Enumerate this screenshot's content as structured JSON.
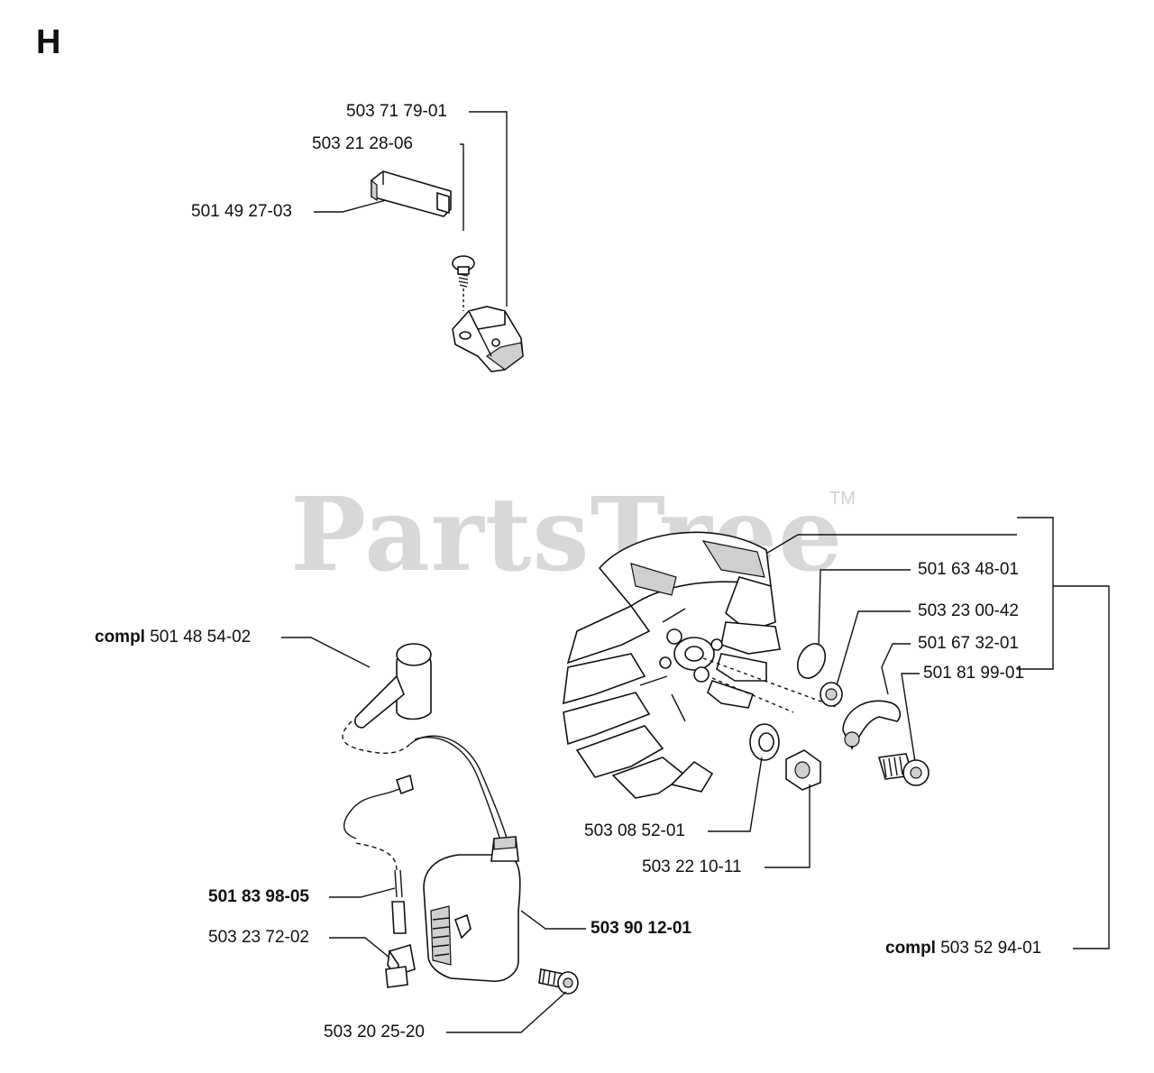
{
  "diagram": {
    "section": "H",
    "watermark": "PartsTree",
    "watermark_tm": "TM",
    "parts": {
      "p1": {
        "number": "503 71 79-01"
      },
      "p2": {
        "number": "503 21 28-06"
      },
      "p3": {
        "number": "501 49 27-03"
      },
      "p4": {
        "number": "501 63 48-01"
      },
      "p5": {
        "number": "503 23 00-42"
      },
      "p6": {
        "number": "501 67 32-01"
      },
      "p7": {
        "number": "501 81 99-01"
      },
      "p8": {
        "prefix": "compl",
        "number": "501 48 54-02"
      },
      "p9": {
        "number": "503 08 52-01"
      },
      "p10": {
        "number": "503 22 10-11"
      },
      "p11": {
        "number": "501 83 98-05"
      },
      "p12": {
        "number": "503 23 72-02"
      },
      "p13": {
        "number": "503 90 12-01"
      },
      "p14": {
        "prefix": "compl",
        "number": "503 52 94-01"
      },
      "p15": {
        "number": "503 20 25-20"
      }
    }
  }
}
